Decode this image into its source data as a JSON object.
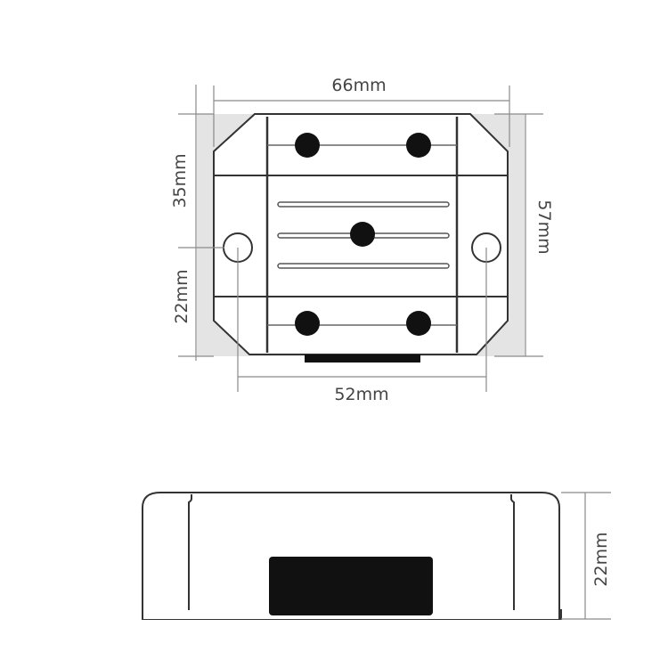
{
  "dimensions": {
    "top_width": "66mm",
    "upper_height": "35mm",
    "lower_height": "22mm",
    "overall_height": "57mm",
    "hole_spacing": "52mm",
    "side_height": "22mm"
  },
  "colors": {
    "line": "#333333",
    "shade": "#e4e4e4",
    "fill": "#ffffff",
    "dark": "#111111",
    "text": "#444444"
  }
}
